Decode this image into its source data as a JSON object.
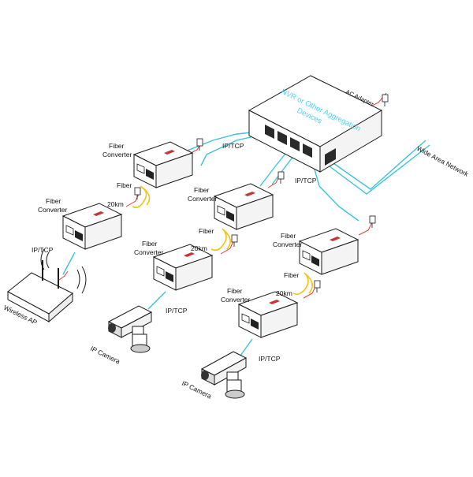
{
  "hub": {
    "title_line1": "NVR or Other Aggregation",
    "title_line2": "Devices"
  },
  "labels": {
    "ac_adapter": "AC Adapter",
    "wide_area_network": "Wide Area Network",
    "ip_tcp": "IP/TCP",
    "fiber": "Fiber",
    "fiber_converter_1": "Fiber",
    "fiber_converter_2": "Converter",
    "distance": "20km",
    "wireless_ap": "Wireless AP",
    "ip_camera": "IP Camera"
  },
  "colors": {
    "cable": "#39c3dd",
    "hub_text": "#4fd2ee",
    "fiber_link": "#f0c419",
    "power_wire": "#d9443a",
    "outline": "#1a1a1a"
  }
}
